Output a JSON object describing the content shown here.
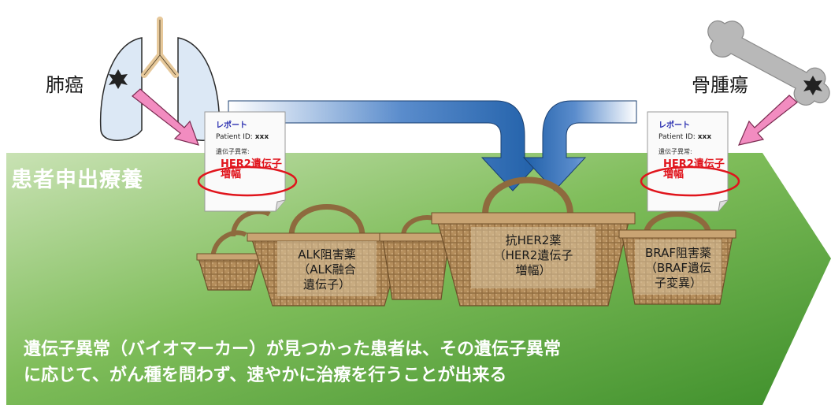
{
  "organs": {
    "lung_label": "肺癌",
    "bone_label": "骨腫瘍"
  },
  "program_title": "患者申出療養",
  "reports": [
    {
      "title": "レポート",
      "patient_id_label": "Patient ID:",
      "patient_id_value": "xxx",
      "abnormality_label": "遺伝子異常:",
      "result_line1": "HER2遺伝子",
      "result_line2": "増幅"
    },
    {
      "title": "レポート",
      "patient_id_label": "Patient ID:",
      "patient_id_value": "xxx",
      "abnormality_label": "遺伝子異常:",
      "result_line1": "HER2遺伝子",
      "result_line2": "増幅"
    }
  ],
  "baskets": [
    {
      "line1": "ALK阻害薬",
      "line2": "（ALK融合",
      "line3": "遺伝子）"
    },
    {
      "line1": "抗HER2薬",
      "line2": "（HER2遺伝子",
      "line3": "増幅）"
    },
    {
      "line1": "BRAF阻害薬",
      "line2": "（BRAF遺伝",
      "line3": "子変異）"
    }
  ],
  "caption": {
    "line1": "遺伝子異常（バイオマーカー）が見つかった患者は、その遺伝子異常",
    "line2": "に応じて、がん種を問わず、速やかに治療を行うことが出来る"
  },
  "colors": {
    "green_dark": "#4c9a34",
    "green_light": "#c9e2b4",
    "blue_arrow": "#1f5fa8",
    "pink_arrow": "#f06eb0",
    "result_red": "#e0141c",
    "basket": "#b58e5c"
  }
}
